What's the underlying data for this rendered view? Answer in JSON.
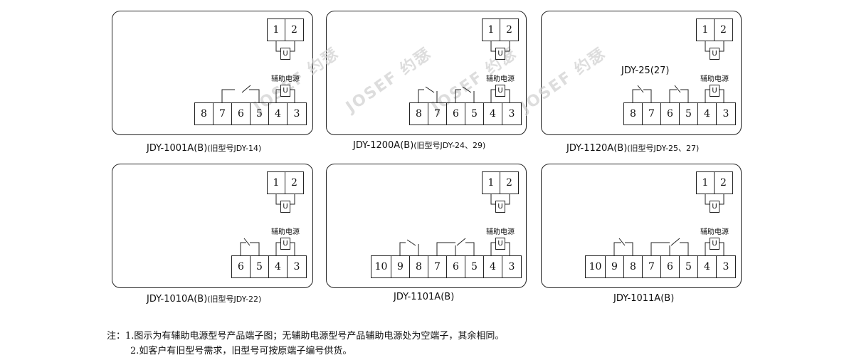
{
  "watermark": "JOSEF 约瑟",
  "aux_label": "辅助电源",
  "u_label": "U",
  "top_pins": [
    "1",
    "2"
  ],
  "panels": [
    {
      "id": "p1",
      "caption_main": "JDY-1001A(B)",
      "caption_sub": "(旧型号JDY-14)",
      "pins": [
        "8",
        "7",
        "6",
        "5",
        "4",
        "3"
      ]
    },
    {
      "id": "p2",
      "caption_main": "JDY-1200A(B)",
      "caption_sub": "(旧型号JDY-24、29)",
      "pins": [
        "8",
        "7",
        "6",
        "5",
        "4",
        "3"
      ]
    },
    {
      "id": "p3",
      "caption_main": "JDY-1120A(B)",
      "caption_sub": "(旧型号JDY-25、27)",
      "pins": [
        "8",
        "7",
        "6",
        "5",
        "4",
        "3"
      ],
      "extra_label": "JDY-25(27)"
    },
    {
      "id": "p4",
      "caption_main": "JDY-1010A(B)",
      "caption_sub": "(旧型号JDY-22)",
      "pins": [
        "6",
        "5",
        "4",
        "3"
      ]
    },
    {
      "id": "p5",
      "caption_main": "JDY-1101A(B)",
      "caption_sub": "",
      "pins": [
        "10",
        "9",
        "8",
        "7",
        "6",
        "5",
        "4",
        "3"
      ]
    },
    {
      "id": "p6",
      "caption_main": "JDY-1011A(B)",
      "caption_sub": "",
      "pins": [
        "10",
        "9",
        "8",
        "7",
        "6",
        "5",
        "4",
        "3"
      ]
    }
  ],
  "notes": {
    "line1": "注：1.图示为有辅助电源型号产品端子图；无辅助电源型号产品辅助电源处为空端子，其余相同。",
    "line2": "2.如客户有旧型号需求，旧型号可按原端子编号供货。"
  }
}
